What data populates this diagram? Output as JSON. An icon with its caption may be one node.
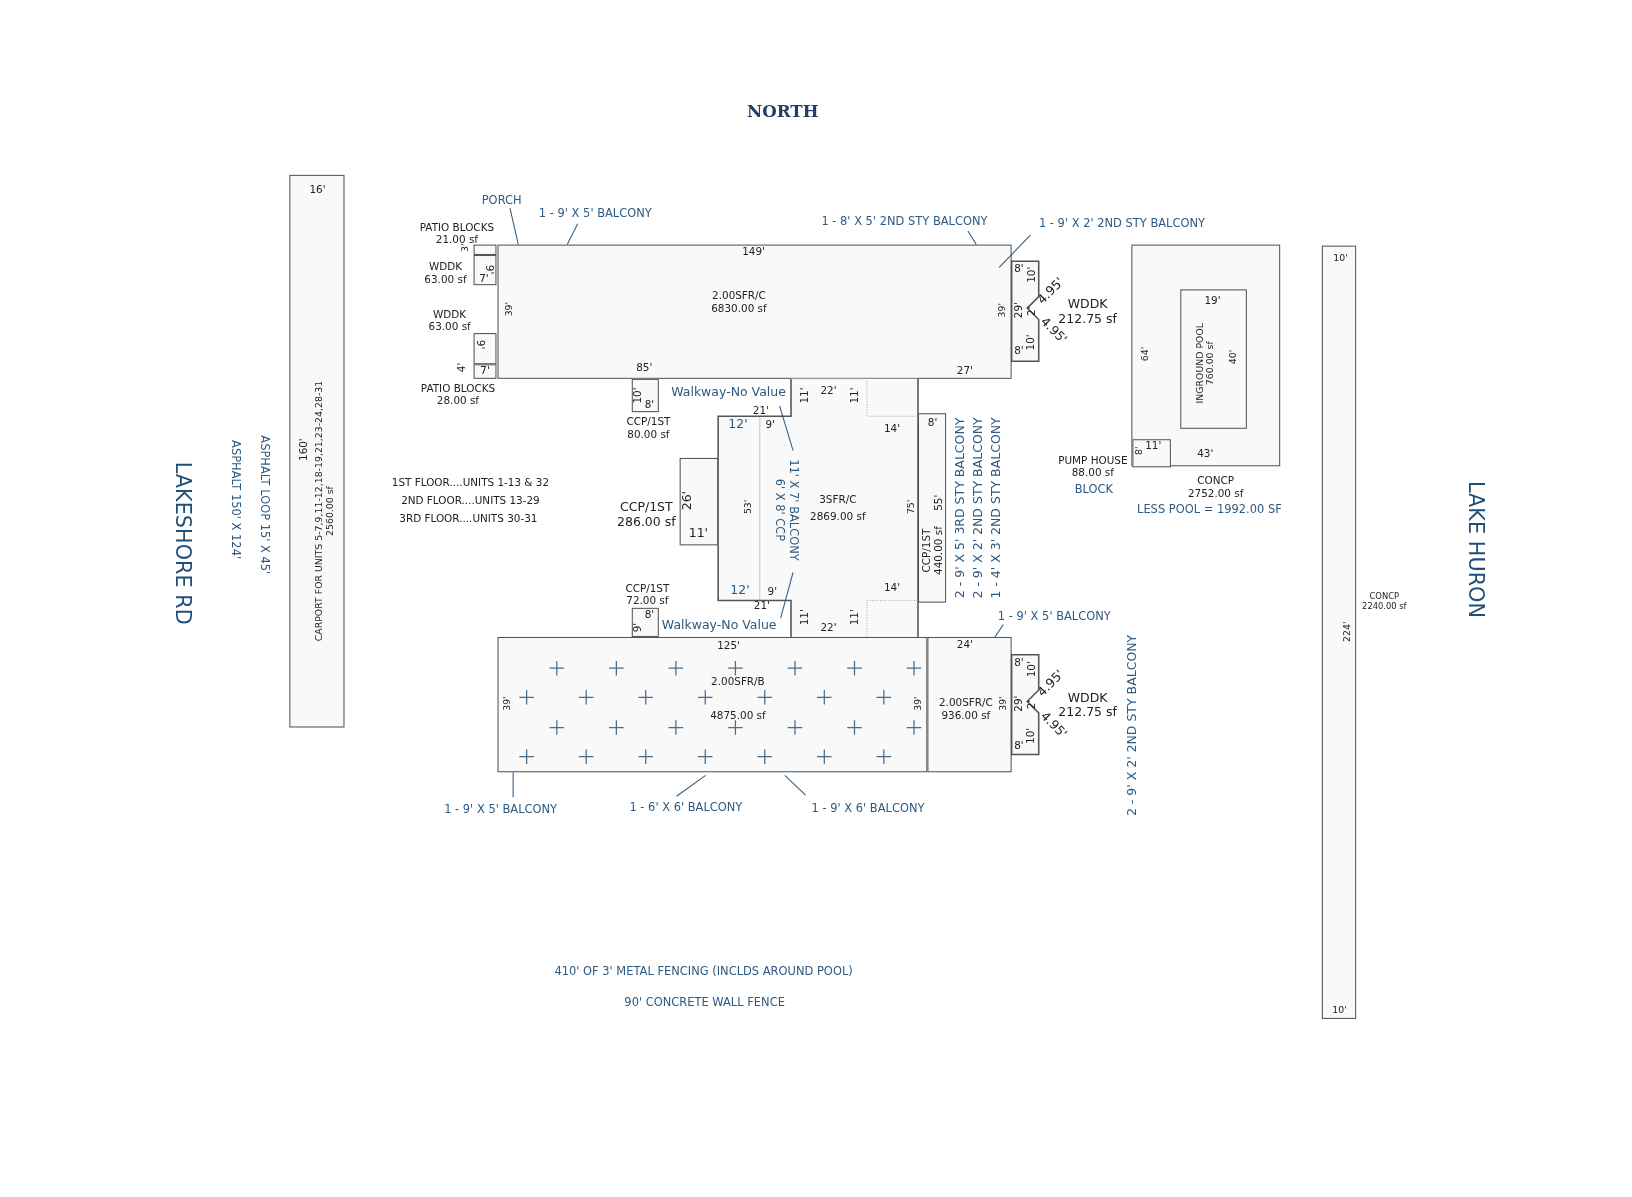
{
  "diagram": {
    "nodes": [
      {
        "text": [
          "CARPORT FOR UNITS 5-7,9,11-12,18-19,21,23-24,28-31 2560.00 sf"
        ]
      },
      {
        "text": [
          "PATIO BLOCKS 21.00 sf"
        ]
      },
      {
        "text": [
          "WDDK 63.00 sf"
        ]
      },
      {
        "text": [
          "WDDK 63.00 sf"
        ]
      },
      {
        "text": [
          "PATIO BLOCKS 28.00 sf"
        ]
      },
      {
        "text": [
          "2.00SFR/C 6830.00 sf"
        ]
      },
      {
        "text": [
          "WDDK 212.75 sf"
        ]
      },
      {
        "text": [
          "CCP/1ST 80.00 sf"
        ]
      },
      {
        "text": [
          "3SFR/C 2869.00 sf"
        ]
      },
      {
        "text": [
          "CCP/1ST 286.00 sf"
        ]
      },
      {
        "text": [
          "CCP/1ST 440.00 sf"
        ]
      },
      {
        "text": [
          "CCP/1ST 72.00 sf"
        ]
      },
      {
        "text": [
          "2.00SFR/B 4875.00 sf"
        ]
      },
      {
        "text": [
          "2.00SFR/C 936.00 sf"
        ]
      },
      {
        "text": [
          "WDDK 212.75 sf"
        ]
      },
      {
        "text": [
          "CONCP 2752.00 sf",
          "LESS POOL = 1992.00 SF"
        ]
      },
      {
        "text": [
          "INGROUND POOL 760.00 sf"
        ],
        "in": 15
      },
      {
        "text": [
          "PUMP HOUSE 88.00 sf",
          "BLOCK"
        ],
        "in": 15
      },
      {
        "text": [
          "CONCP 2240.00 sf"
        ]
      },
      {
        "text": [
          "PORCH"
        ]
      },
      {
        "text": [
          "1 - 9' X 5' BALCONY"
        ]
      },
      {
        "text": [
          "1 - 8' X 5' 2ND STY BALCONY"
        ]
      },
      {
        "text": [
          "1 - 9' X 2' 2ND STY BALCONY"
        ]
      },
      {
        "text": [
          "11' X 7' BALCONY",
          "6' X 8' CCP"
        ],
        "in": 8
      },
      {
        "text": [
          "1 - 9' X 5' BALCONY"
        ]
      },
      {
        "text": [
          "1 - 9' X 5' BALCONY"
        ]
      },
      {
        "text": [
          "1 - 6' X 6' BALCONY"
        ]
      },
      {
        "text": [
          "1 - 9' X 6' BALCONY"
        ]
      }
    ],
    "edges": [
      {
        "from": 19,
        "to": 5,
        "arrow": "none"
      },
      {
        "from": 20,
        "to": 5,
        "arrow": "none"
      },
      {
        "from": 21,
        "to": 5,
        "arrow": "none"
      },
      {
        "from": 22,
        "to": 5,
        "arrow": "none"
      },
      {
        "from": 23,
        "to": 8,
        "arrow": "none"
      },
      {
        "from": 23,
        "to": 8,
        "arrow": "none"
      },
      {
        "from": 24,
        "to": 13,
        "arrow": "none"
      },
      {
        "from": 25,
        "to": 12,
        "arrow": "none"
      },
      {
        "from": 26,
        "to": 12,
        "arrow": "none"
      },
      {
        "from": 27,
        "to": 12,
        "arrow": "none"
      }
    ],
    "labels": [
      "NORTH",
      "16'",
      "160'",
      "3'",
      "9'",
      "7'",
      "149'",
      "39'",
      "39'",
      "8'",
      "10'",
      "4.95'",
      "29'",
      "2'",
      "4.95'",
      "10'",
      "8'",
      "10'",
      "19'",
      "64'",
      "40'",
      "9'",
      "4'",
      "7'",
      "85'",
      "27'",
      "10'",
      "8'",
      "Walkway-No Value",
      "11'",
      "22'",
      "11'",
      "21'",
      "12'",
      "9'",
      "14'",
      "8'",
      "8'",
      "11'",
      "43'",
      "LAKESHORE RD",
      "ASPHALT 150' X 124'",
      "ASPHALT LOOP 15' X 45'",
      "1ST FLOOR....UNITS 1-13 & 32",
      "2ND FLOOR....UNITS 13-29",
      "3RD FLOOR....UNITS 30-31",
      "26'",
      "53'",
      "75'",
      "55'",
      "2 - 9' X 5' 3RD STY BALCONY",
      "2 - 9' X 2' 2ND STY BALCONY",
      "1 - 4' X 3' 2ND STY BALCONY",
      "LAKE HURON",
      "11'",
      "12'",
      "9'",
      "14'",
      "21'",
      "8'",
      "9'",
      "Walkway-No Value",
      "11'",
      "22'",
      "11'",
      "224'",
      "125'",
      "24'",
      "8'",
      "10'",
      "4.95'",
      "39'",
      "39'",
      "39'",
      "29'",
      "2'",
      "4.95'",
      "10'",
      "8'",
      "2 - 9' X 2' 2ND STY BALCONY",
      "410' OF 3' METAL FENCING (INCLDS AROUND POOL)",
      "90' CONCRETE WALL FENCE",
      "10'"
    ]
  }
}
